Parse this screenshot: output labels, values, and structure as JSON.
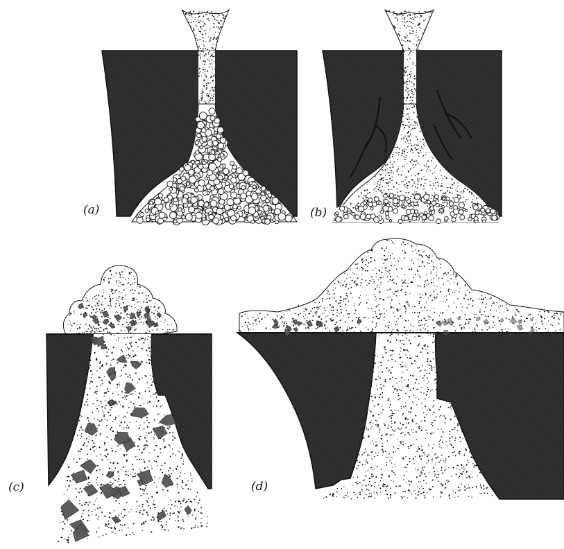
{
  "figure": {
    "panels": [
      {
        "id": "a",
        "label": "(a)"
      },
      {
        "id": "b",
        "label": "(b)"
      },
      {
        "id": "c",
        "label": "(c)"
      },
      {
        "id": "d",
        "label": "(d)"
      }
    ],
    "colors": {
      "rock": "#2e2e2e",
      "rock_hatch": "#4a4a4a",
      "dot": "#111111",
      "fragment": "#555555",
      "background": "#ffffff"
    }
  }
}
